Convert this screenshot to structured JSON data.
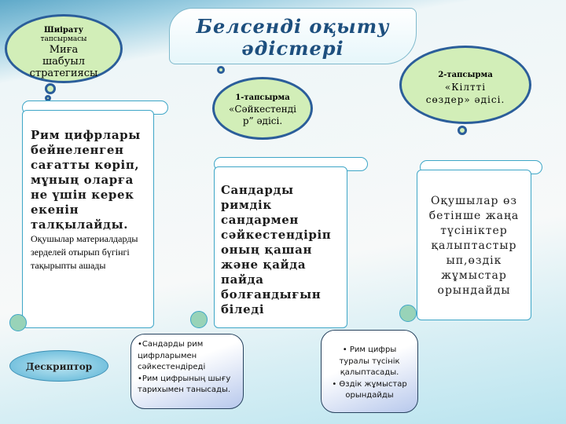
{
  "title": {
    "line1": "Белсенді оқыту",
    "line2": "әдістері"
  },
  "cloud_left": {
    "l1": "Шиірату",
    "l2": "тапсырмасы",
    "l3": "Миға",
    "l4": "шабуыл",
    "l5": "стратегиясы"
  },
  "cloud_mid": {
    "l1": "1-тапсырма",
    "l2": "«Сәйкестенді",
    "l3": "р” әдісі."
  },
  "cloud_right": {
    "l1": "2-тапсырма",
    "l2": "«Кілтті",
    "l3": "сөздер» әдісі."
  },
  "scroll_left": {
    "bold": "Рим цифрлары бейнеленген сағатты көріп, мұның оларға не үшін керек екенін талқылайды.",
    "normal": "Оқушылар материалдарды зерделей отырып бүгінгі тақырыпты ашады"
  },
  "scroll_mid": {
    "text": "Сандарды римдік сандармен сәйкестендіріп оның қашан және қайда пайда болғандығын біледі"
  },
  "scroll_right": {
    "text": "Оқушылар өз бетінше жаңа түсініктер қалыптастыр ып,өздік жұмыстар орындайды"
  },
  "descriptor": {
    "label": "Дескриптор"
  },
  "box_mid": {
    "b1": "•Сандарды рим цифрларымен сәйкестендіреді",
    "b2": "•Рим цифрының шығу тарихымен танысады."
  },
  "box_right": {
    "b1": "• Рим цифры туралы түсінік қалыптасады.",
    "b2": "• Өздік жұмыстар орындайды"
  }
}
